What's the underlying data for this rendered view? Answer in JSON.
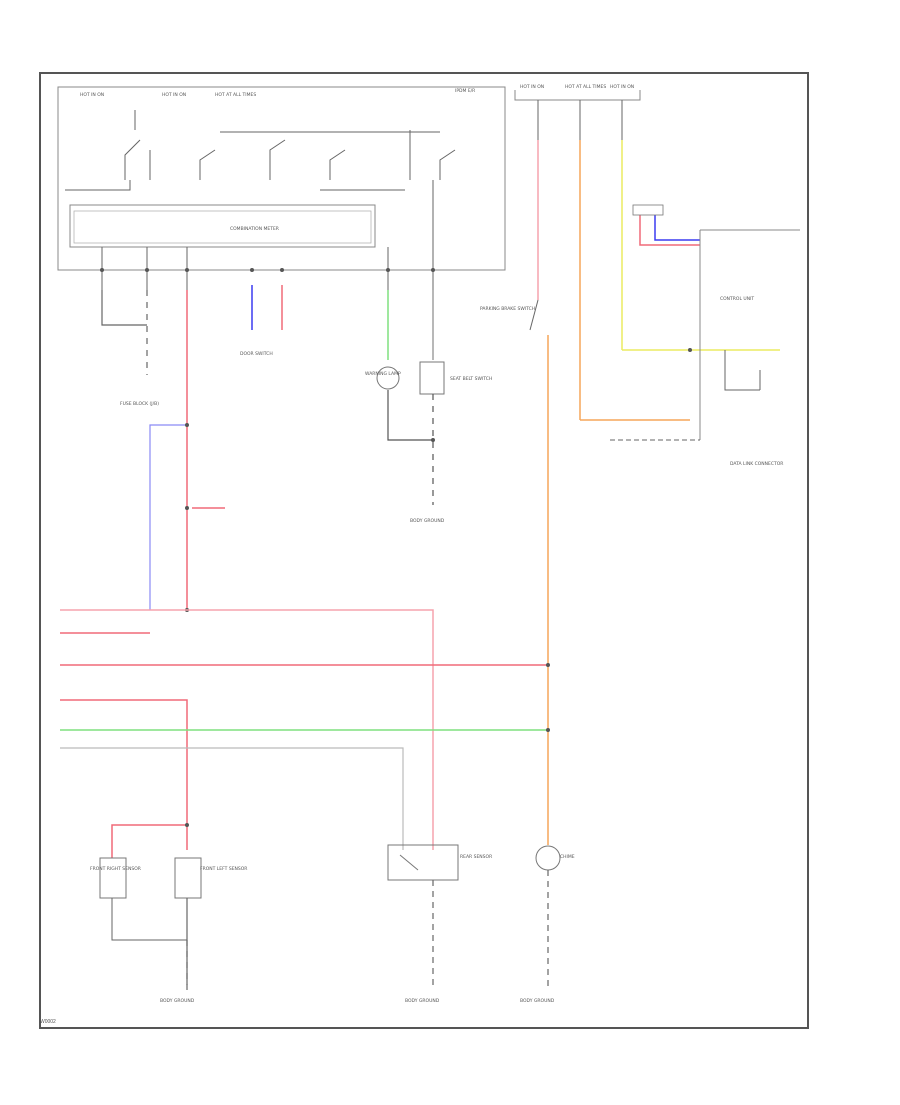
{
  "diagram": {
    "labels": {
      "fuse_a": "HOT IN ON",
      "fuse_b": "HOT IN ON",
      "fuse_c": "HOT AT ALL TIMES",
      "fuse_d": "HOT IN ON",
      "fuse_e": "HOT AT ALL TIMES",
      "fuse_f": "HOT IN ON",
      "ipdm": "IPDM E/R",
      "relay_box": "FUSE BLOCK (J/B)",
      "warning_lamp": "WARNING LAMP",
      "combination_meter": "COMBINATION METER",
      "door_switch": "DOOR SWITCH",
      "seat_belt_switch": "SEAT BELT SWITCH",
      "parking_brake": "PARKING BRAKE SWITCH",
      "front_right_sensor": "FRONT RIGHT SENSOR",
      "front_left_sensor": "FRONT LEFT SENSOR",
      "rear_sensor": "REAR SENSOR",
      "chime": "CHIME",
      "ground_1": "BODY GROUND",
      "ground_2": "BODY GROUND",
      "ground_3": "BODY GROUND",
      "ground_4": "BODY GROUND",
      "control_unit": "CONTROL UNIT",
      "data_link": "DATA LINK CONNECTOR"
    },
    "footer_code": "W0002"
  },
  "colors": {
    "red": "#f06a78",
    "pink": "#f5a3ad",
    "blue": "#3b3bf0",
    "lightblue": "#8a8af5",
    "green": "#7fe07f",
    "yellow": "#ecec60",
    "orange": "#f6a55a",
    "grey": "#9a9a9a",
    "black": "#444444"
  }
}
